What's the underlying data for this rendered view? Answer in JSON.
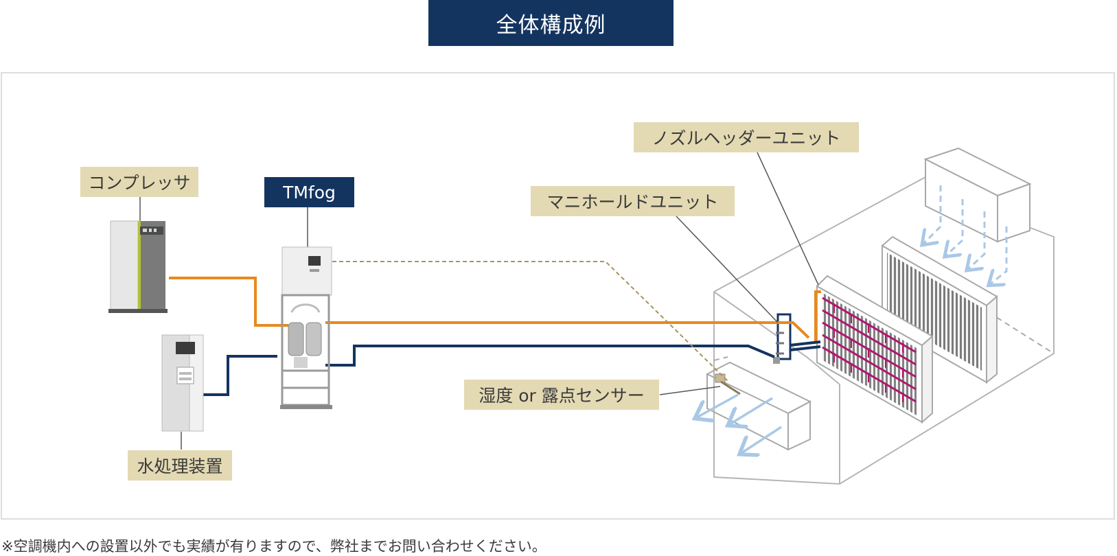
{
  "title": "全体構成例",
  "labels": {
    "compressor": "コンプレッサ",
    "tmfog": "TMfog",
    "water_treatment": "水処理装置",
    "manifold_unit": "マニホールドユニット",
    "nozzle_header_unit": "ノズルヘッダーユニット",
    "sensor": "湿度 or 露点センサー"
  },
  "footnote": "※空調機内への設置以外でも実績が有りますので、弊社までお問い合わせください。",
  "colors": {
    "title_bg": "#143460",
    "label_bg": "#e3d9b3",
    "air_line": "#e8891d",
    "water_line": "#143460",
    "signal_line": "#a8945a",
    "airflow_arrow": "#a9c8e6",
    "nozzle_pipe": "#b0166e"
  }
}
